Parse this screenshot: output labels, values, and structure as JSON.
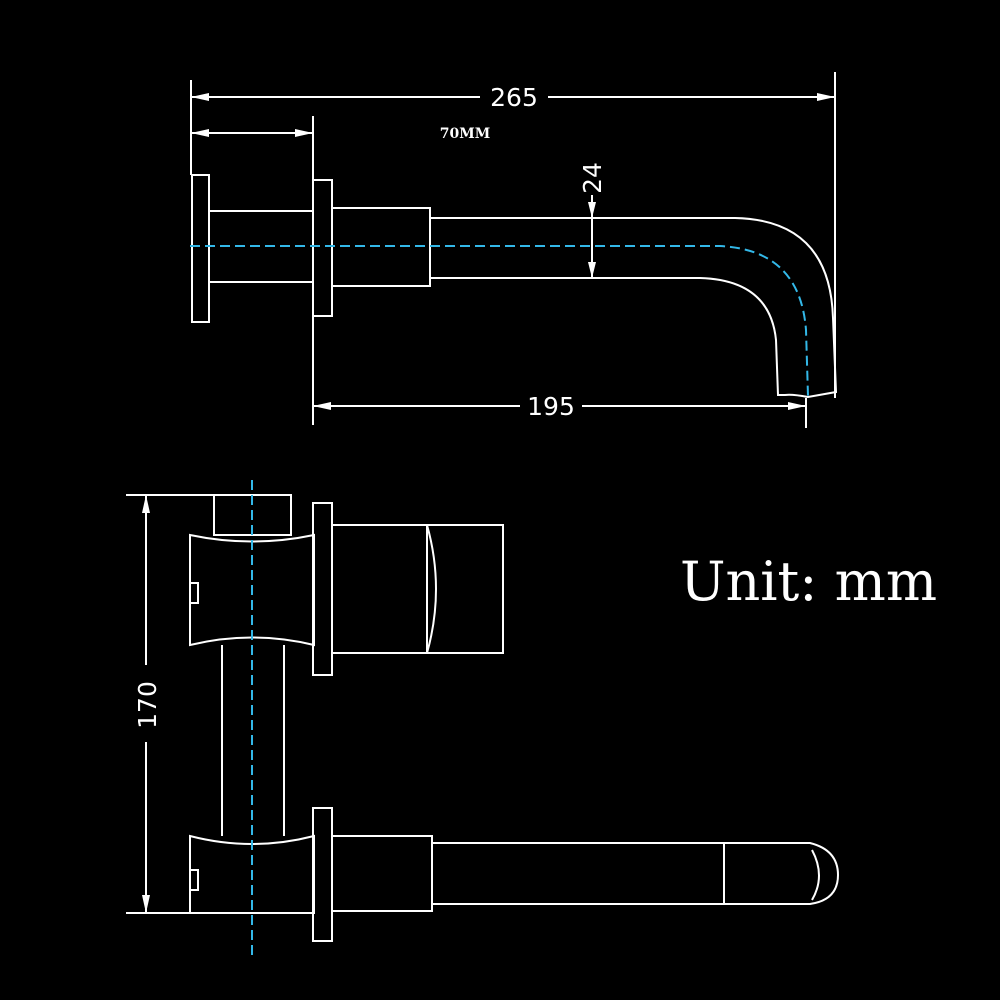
{
  "dimensions": {
    "overall_length": "265",
    "spout_length": "195",
    "spout_height": "24",
    "wall_depth_label": "70MM",
    "body_height": "170"
  },
  "unit_label": "Unit: mm",
  "colors": {
    "background": "#000000",
    "line": "#ffffff",
    "centerline": "#33b8e8"
  }
}
